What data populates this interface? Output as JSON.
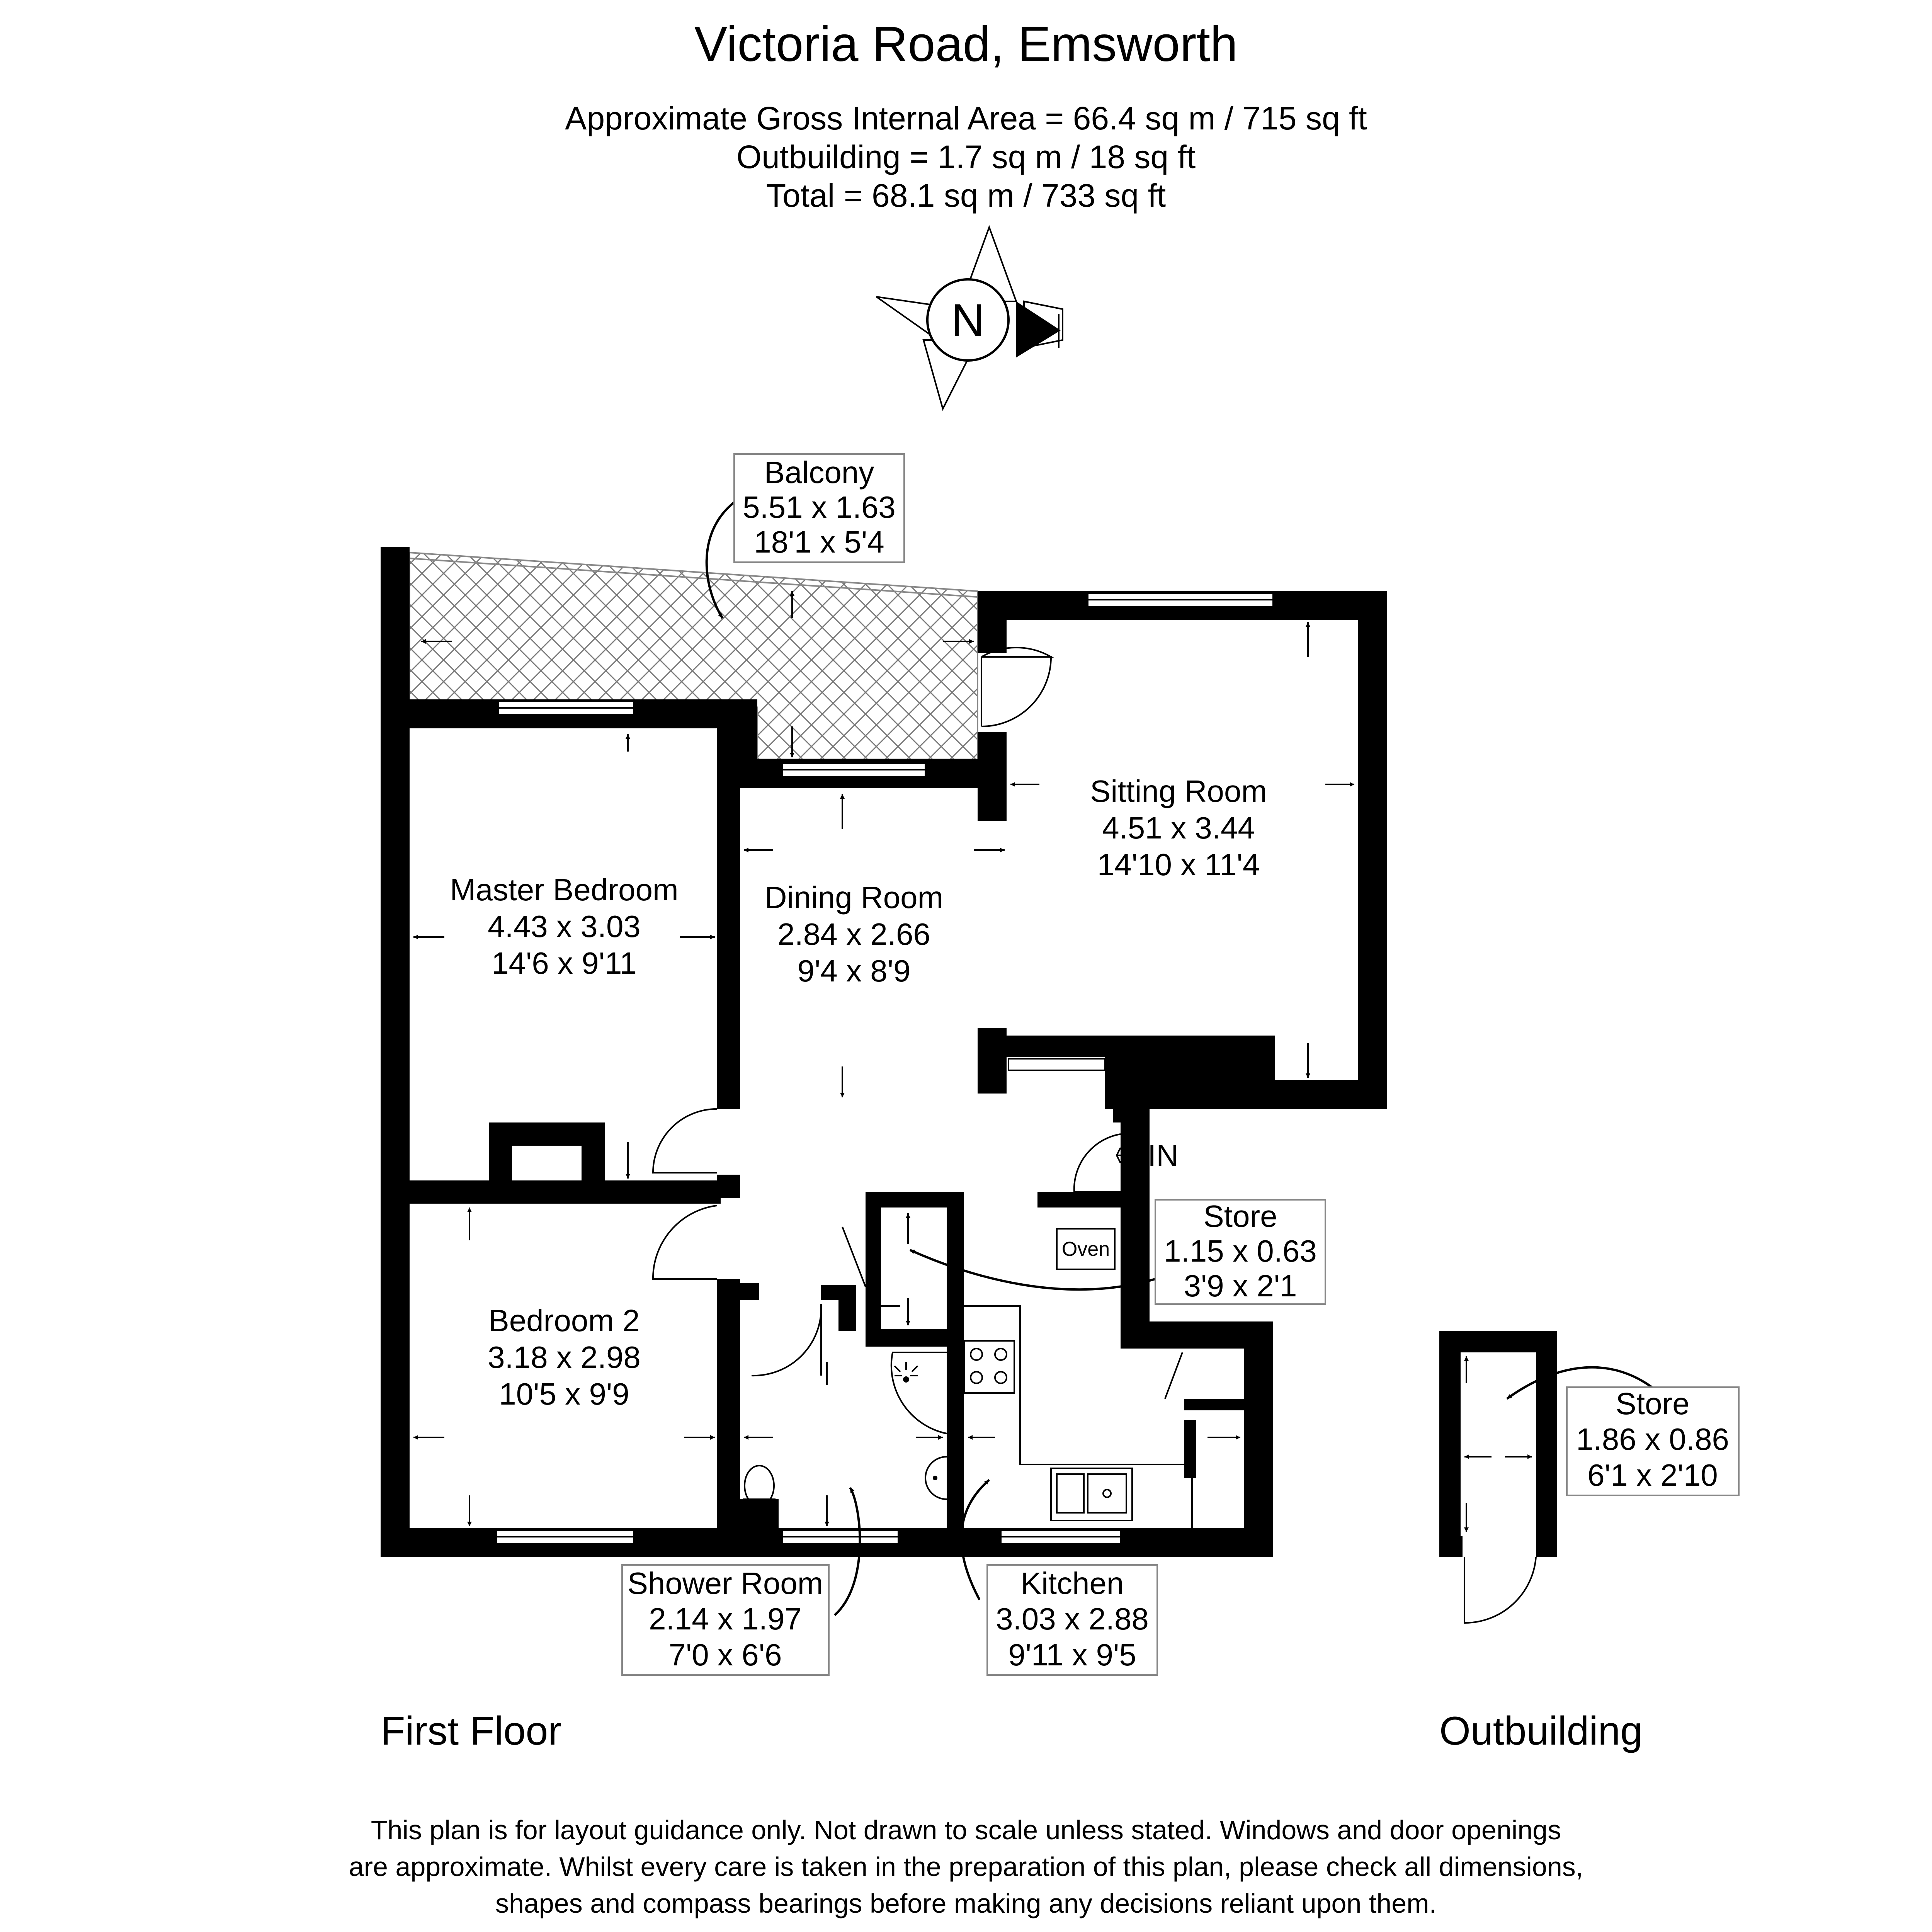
{
  "header": {
    "title": "Victoria Road, Emsworth",
    "area_line": "Approximate Gross Internal Area = 66.4 sq m / 715 sq ft",
    "outbuilding_line": "Outbuilding = 1.7 sq m / 18 sq ft",
    "total_line": "Total = 68.1 sq m / 733 sq ft"
  },
  "compass": {
    "label": "N",
    "icon": "compass-rose-icon"
  },
  "rooms": {
    "balcony": {
      "name": "Balcony",
      "metric": "5.51 x 1.63",
      "imperial": "18'1 x 5'4"
    },
    "sitting_room": {
      "name": "Sitting Room",
      "metric": "4.51 x 3.44",
      "imperial": "14'10 x 11'4"
    },
    "master_bedroom": {
      "name": "Master Bedroom",
      "metric": "4.43 x 3.03",
      "imperial": "14'6 x 9'11"
    },
    "dining_room": {
      "name": "Dining Room",
      "metric": "2.84 x 2.66",
      "imperial": "9'4 x 8'9"
    },
    "store": {
      "name": "Store",
      "metric": "1.15 x 0.63",
      "imperial": "3'9 x 2'1"
    },
    "bedroom_2": {
      "name": "Bedroom 2",
      "metric": "3.18 x 2.98",
      "imperial": "10'5 x 9'9"
    },
    "shower_room": {
      "name": "Shower Room",
      "metric": "2.14 x 1.97",
      "imperial": "7'0 x 6'6"
    },
    "kitchen": {
      "name": "Kitchen",
      "metric": "3.03 x 2.88",
      "imperial": "9'11 x 9'5"
    },
    "outbuilding_store": {
      "name": "Store",
      "metric": "1.86 x 0.86",
      "imperial": "6'1 x 2'10"
    }
  },
  "labels": {
    "entrance": "IN",
    "oven": "Oven",
    "first_floor": "First Floor",
    "outbuilding": "Outbuilding"
  },
  "disclaimer": {
    "line1": "This plan is for layout guidance only. Not drawn to scale unless stated. Windows and door openings",
    "line2": "are approximate. Whilst every care is taken in the preparation of this plan, please check all dimensions,",
    "line3": "shapes and compass bearings before making any decisions reliant upon them."
  }
}
